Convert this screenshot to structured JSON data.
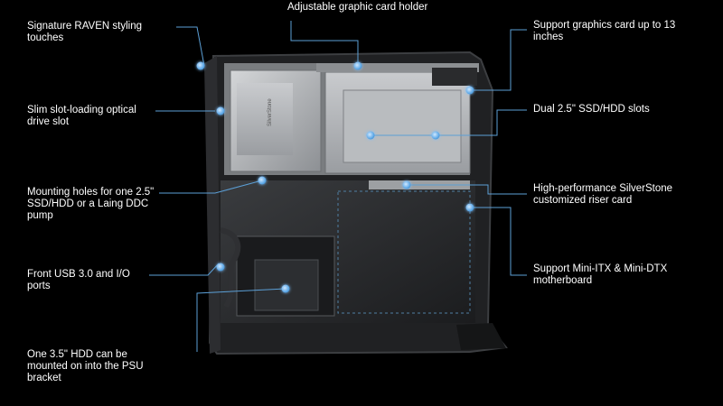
{
  "callouts": {
    "raven_styling": "Signature RAVEN styling\ntouches",
    "optical_drive": "Slim slot-loading optical\ndrive slot",
    "mounting_holes": "Mounting holes for one 2.5\"\nSSD/HDD or a Laing DDC\npump",
    "front_usb": "Front USB 3.0 and I/O\nports",
    "hdd_psu": "One 3.5\" HDD can be\nmounted on into the PSU\nbracket",
    "gpu_holder": "Adjustable graphic card holder",
    "gpu_support": "Support graphics card up to 13\ninches",
    "dual_ssd": "Dual 2.5\" SSD/HDD slots",
    "riser_card": "High-performance SilverStone\ncustomized riser card",
    "motherboard": "Support Mini-ITX & Mini-DTX\nmotherboard"
  },
  "brand_plate": "SilverStone",
  "colors": {
    "line": "#5b9fd6",
    "accent": "#6fb6f0",
    "background": "#000000"
  }
}
